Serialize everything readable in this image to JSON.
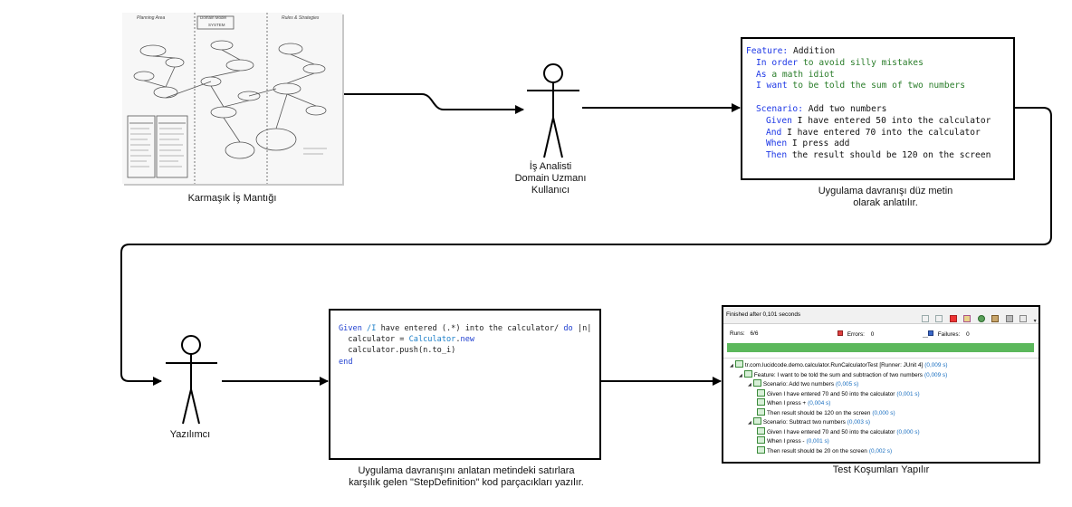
{
  "captions": {
    "complex_logic": "Karmaşık İş Mantığı",
    "analyst_lines": [
      "İş Analisti",
      "Domain Uzmanı",
      "Kullanıcı"
    ],
    "behavior_text_lines": [
      "Uygulama davranışı düz metin",
      "olarak anlatılır."
    ],
    "developer": "Yazılımcı",
    "stepdef_lines": [
      "Uygulama davranışını anlatan metindeki satırlara",
      "karşılık gelen \"StepDefinition\" kod parçacıkları yazılır."
    ],
    "test_runs": "Test Koşumları Yapılır"
  },
  "sketch": {
    "headings": [
      "Planning Area",
      "Domain Model",
      "Rules & Strategies"
    ],
    "center_box": "SYSTEM"
  },
  "gherkin": {
    "lines": [
      {
        "kw": "Feature:",
        "text": " Addition",
        "indent": 0,
        "green": false
      },
      {
        "kw": "In order",
        "text": " to avoid silly mistakes",
        "indent": 1,
        "green": true
      },
      {
        "kw": "As",
        "text": " a math idiot",
        "indent": 1,
        "green": true
      },
      {
        "kw": "I want",
        "text": " to be told the sum of two numbers",
        "indent": 1,
        "green": true
      },
      {
        "kw": "",
        "text": "",
        "indent": 0,
        "green": false
      },
      {
        "kw": "Scenario:",
        "text": " Add two numbers",
        "indent": 1,
        "green": false
      },
      {
        "kw": "Given",
        "text": " I have entered 50 into the calculator",
        "indent": 2,
        "green": false
      },
      {
        "kw": "And",
        "text": " I have entered 70 into the calculator",
        "indent": 2,
        "green": false
      },
      {
        "kw": "When",
        "text": " I press add",
        "indent": 2,
        "green": false
      },
      {
        "kw": "Then",
        "text": " the result should be 120 on the screen",
        "indent": 2,
        "green": false
      }
    ]
  },
  "code": {
    "lines": [
      [
        {
          "t": "Given ",
          "c": "ck"
        },
        {
          "t": "/I ",
          "c": "cs"
        },
        {
          "t": "have entered (.*) into the calculator/ ",
          "c": ""
        },
        {
          "t": "do",
          "c": "ck"
        },
        {
          "t": " |n|",
          "c": ""
        }
      ],
      [
        {
          "t": "  calculator = ",
          "c": ""
        },
        {
          "t": "Calculator",
          "c": "cs"
        },
        {
          "t": ".",
          "c": ""
        },
        {
          "t": "new",
          "c": "ck"
        }
      ],
      [
        {
          "t": "  calculator.push(n.to_i)",
          "c": ""
        }
      ],
      [
        {
          "t": "end",
          "c": "ck"
        }
      ]
    ]
  },
  "runner": {
    "status": "Finished after 0,101 seconds",
    "runs_label": "Runs:",
    "runs_value": "6/6",
    "errors_label": "Errors:",
    "errors_value": "0",
    "failures_label": "Failures:",
    "failures_value": "0",
    "bar_color": "#5cb85c",
    "progress": 1.0,
    "tree": [
      {
        "level": 0,
        "text": "tr.com.lucidcode.demo.calculator.RunCalculatorTest [Runner: JUnit 4]",
        "time": "(0,009 s)"
      },
      {
        "level": 1,
        "text": "Feature: I want to be told the sum and subtraction of two numbers",
        "time": "(0,009 s)"
      },
      {
        "level": 2,
        "text": "Scenario: Add two numbers",
        "time": "(0,005 s)"
      },
      {
        "level": 3,
        "text": "Given I have entered 70 and 50 into the calculator",
        "time": "(0,001 s)"
      },
      {
        "level": 3,
        "text": "When I press +",
        "time": "(0,004 s)"
      },
      {
        "level": 3,
        "text": "Then result should be 120 on the screen",
        "time": "(0,000 s)"
      },
      {
        "level": 2,
        "text": "Scenario: Subtract two numbers",
        "time": "(0,003 s)"
      },
      {
        "level": 3,
        "text": "Given I have entered 70 and 50 into the calculator",
        "time": "(0,000 s)"
      },
      {
        "level": 3,
        "text": "When I press -",
        "time": "(0,001 s)"
      },
      {
        "level": 3,
        "text": "Then result should be 20 on the screen",
        "time": "(0,002 s)"
      }
    ]
  }
}
